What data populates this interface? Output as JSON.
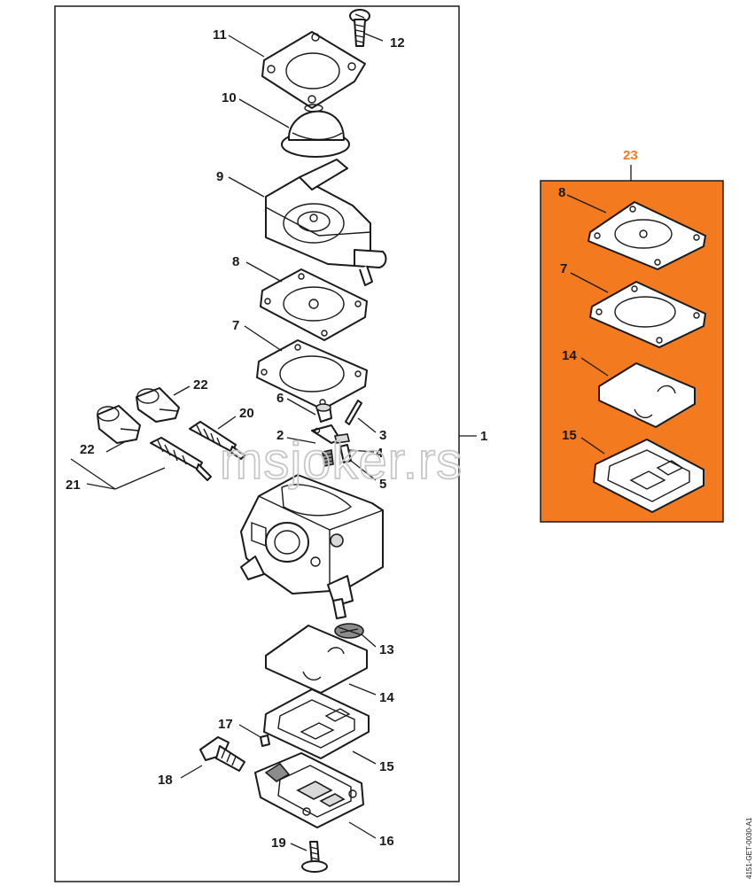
{
  "callouts": {
    "c1": "1",
    "c2": "2",
    "c3": "3",
    "c4": "4",
    "c5": "5",
    "c6": "6",
    "c7": "7",
    "c8": "8",
    "c9": "9",
    "c10": "10",
    "c11": "11",
    "c12": "12",
    "c13": "13",
    "c14": "14",
    "c15": "15",
    "c16": "16",
    "c17": "17",
    "c18": "18",
    "c19": "19",
    "c20": "20",
    "c21": "21",
    "c22a": "22",
    "c22b": "22"
  },
  "kit": {
    "label": "23",
    "c8": "8",
    "c7": "7",
    "c14": "14",
    "c15": "15",
    "fill_color": "#f47a20",
    "label_color": "#f47a20"
  },
  "watermark": "msjoker.rs",
  "doc_id": "4151-GET-0030-A1"
}
